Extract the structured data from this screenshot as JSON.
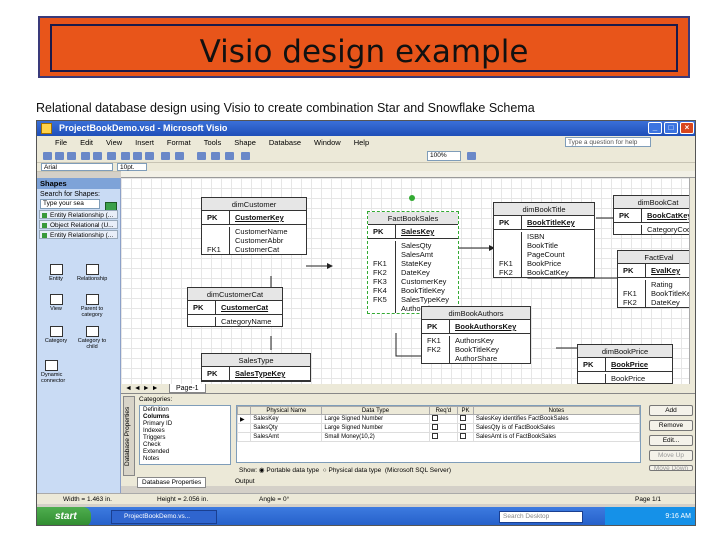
{
  "slide": {
    "title": "Visio design example",
    "subtitle": "Relational database design using Visio to create combination Star and Snowflake Schema"
  },
  "window": {
    "title": "ProjectBookDemo.vsd - Microsoft Visio",
    "ask": "Type a question for help"
  },
  "menu": [
    "File",
    "Edit",
    "View",
    "Insert",
    "Format",
    "Tools",
    "Shape",
    "Database",
    "Window",
    "Help"
  ],
  "toolbar": {
    "zoom": "100%",
    "font_size": "10pt.",
    "font": "Arial"
  },
  "shapes": {
    "header": "Shapes",
    "search_label": "Search for Shapes:",
    "search_placeholder": "Type your sea",
    "stencils": [
      "Entity Relationship (...",
      "Object Relational (U...",
      "Entity Relationship (..."
    ],
    "items": [
      "Entity",
      "Relationship",
      "View",
      "Parent to category",
      "Category",
      "Category to child",
      "Dynamic connector"
    ]
  },
  "entities": {
    "dimCustomer": {
      "name": "dimCustomer",
      "pk": "CustomerKey",
      "keys": [
        "",
        "",
        "FK1"
      ],
      "cols": [
        "CustomerName",
        "CustomerAbbr",
        "CustomerCat"
      ]
    },
    "factBookSales": {
      "name": "FactBookSales",
      "pk": "SalesKey",
      "keys": [
        "",
        "",
        "FK1",
        "FK2",
        "FK3",
        "FK4",
        "FK5",
        ""
      ],
      "cols": [
        "SalesQty",
        "SalesAmt",
        "StateKey",
        "DateKey",
        "CustomerKey",
        "BookTitleKey",
        "SalesTypeKey",
        "AuthorShare"
      ]
    },
    "dimBookTitle": {
      "name": "dimBookTitle",
      "pk": "BookTitleKey",
      "keys": [
        "",
        "",
        "",
        "FK1",
        "FK2"
      ],
      "cols": [
        "ISBN",
        "BookTitle",
        "PageCount",
        "BookPrice",
        "BookCatKey"
      ]
    },
    "dimBookCat": {
      "name": "dimBookCat",
      "pk": "BookCatKey",
      "keys": [
        ""
      ],
      "cols": [
        "CategoryCode"
      ]
    },
    "factEval": {
      "name": "FactEval",
      "pk": "EvalKey",
      "keys": [
        "",
        "FK1",
        "FK2"
      ],
      "cols": [
        "Rating",
        "BookTitleKey",
        "DateKey"
      ]
    },
    "dimCustomerCat": {
      "name": "dimCustomerCat",
      "pk": "CustomerCat",
      "keys": [
        ""
      ],
      "cols": [
        "CategoryName"
      ]
    },
    "dimBookAuthors": {
      "name": "dimBookAuthors",
      "pk": "BookAuthorsKey",
      "keys": [
        "FK1",
        "FK2",
        ""
      ],
      "cols": [
        "AuthorsKey",
        "BookTitleKey",
        "AuthorShare"
      ]
    },
    "salesType": {
      "name": "SalesType",
      "pk": "SalesTypeKey",
      "keys": [],
      "cols": []
    },
    "dimBookPrice": {
      "name": "dimBookPrice",
      "pk": "BookPrice",
      "keys": [
        ""
      ],
      "cols": [
        "BookPrice"
      ]
    }
  },
  "page_tab": "Page-1",
  "pk_label": "PK",
  "props": {
    "vtab": "Database Properties",
    "categories_label": "Categories:",
    "categories": [
      "Definition",
      "Columns",
      "Primary ID",
      "Indexes",
      "Triggers",
      "Check",
      "Extended",
      "Notes"
    ],
    "columns": [
      "",
      "Physical Name",
      "Data Type",
      "Req'd",
      "PK",
      "Notes"
    ],
    "rows": [
      [
        "SalesKey",
        "Large Signed Number",
        "SalesKey identifies FactBookSales"
      ],
      [
        "SalesQty",
        "Large Signed Number",
        "SalesQty is of FactBookSales"
      ],
      [
        "SalesAmt",
        "Small Money(10,2)",
        "SalesAmt is of FactBookSales"
      ]
    ],
    "buttons": [
      "Add",
      "Remove",
      "Edit...",
      "Move Up",
      "Move Down"
    ],
    "show_label": "Show:",
    "portable": "Portable data type",
    "physical": "Physical data type",
    "server": "(Microsoft SQL Server)"
  },
  "bottom_tabs": [
    "Database Properties",
    "Output"
  ],
  "status": {
    "width": "Width = 1.463 in.",
    "height": "Height = 2.056 in.",
    "angle": "Angle = 0°",
    "page": "Page 1/1"
  },
  "taskbar": {
    "start": "start",
    "task": "ProjectBookDemo.vs...",
    "search": "Search Desktop",
    "time": "9:16 AM"
  }
}
